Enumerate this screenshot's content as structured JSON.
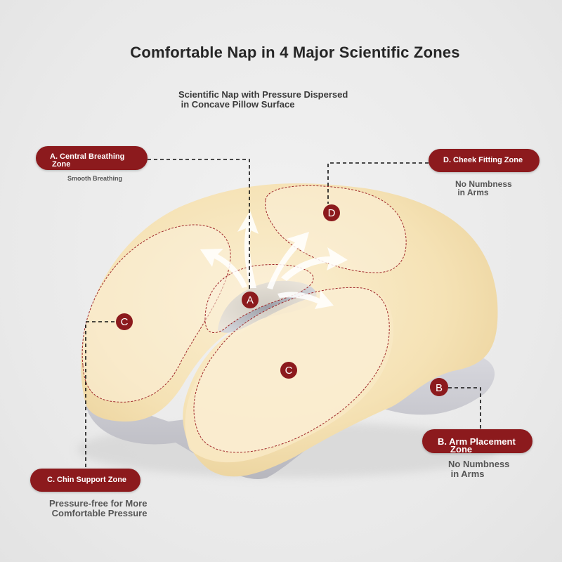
{
  "title": "Comfortable Nap in 4 Major Scientific Zones",
  "subtitle": "Scientific Nap with Pressure Dispersed\n in Concave Pillow Surface",
  "zones": {
    "a": {
      "label": "A. Central Breathing\n Zone",
      "note": "Smooth Breathing",
      "marker": "A"
    },
    "d": {
      "label": "D. Cheek Fitting Zone",
      "note": "No Numbness\n in Arms",
      "marker": "D"
    },
    "b": {
      "label": "B. Arm Placement\n     Zone",
      "note": "No Numbness\n in Arms",
      "marker": "B"
    },
    "c": {
      "label": "C. Chin Support Zone",
      "note": "Pressure-free for More\n Comfortable Pressure",
      "marker": "C"
    }
  },
  "colors": {
    "accent": "#8c1a1d",
    "pillow": "#f7e6bf",
    "base": "#c9c9cf"
  }
}
